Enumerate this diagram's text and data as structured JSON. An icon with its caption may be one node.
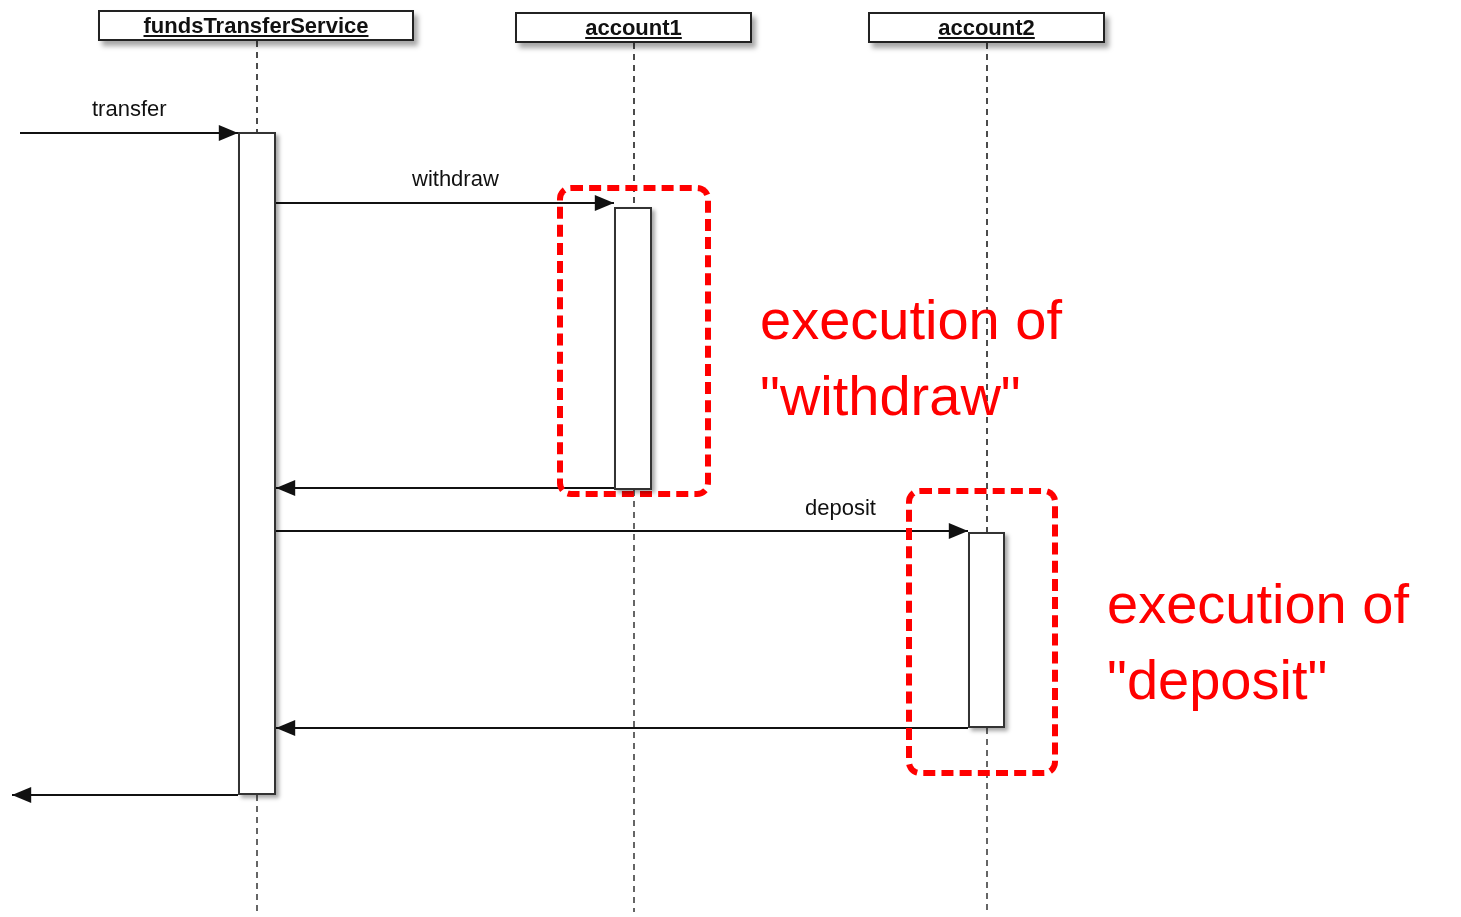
{
  "diagram": {
    "nodes": [
      {
        "text": [
          "fundsTransferService"
        ]
      },
      {
        "text": [
          "account1"
        ]
      },
      {
        "text": [
          "account2"
        ]
      },
      {
        "text": [],
        "shape": "bar"
      },
      {
        "text": [],
        "shape": "box",
        "beside": [
          "execution of \"withdraw\""
        ]
      },
      {
        "text": [],
        "shape": "bar",
        "in": 4
      },
      {
        "text": [],
        "shape": "box",
        "beside": [
          "execution of \"deposit\""
        ]
      },
      {
        "text": [],
        "shape": "bar",
        "in": 6
      }
    ],
    "edges": [
      {
        "from": 0,
        "to": 3,
        "arrow": "none",
        "style": "dashed"
      },
      {
        "from": 1,
        "to": 5,
        "arrow": "none",
        "style": "dashed"
      },
      {
        "from": 2,
        "to": 7,
        "arrow": "none",
        "style": "dashed"
      },
      {
        "from": null,
        "to": 3,
        "arrow": "to",
        "label": "transfer"
      },
      {
        "from": 3,
        "to": 5,
        "arrow": "to",
        "label": "withdraw"
      },
      {
        "from": 5,
        "to": 3,
        "arrow": "to"
      },
      {
        "from": 3,
        "to": 7,
        "arrow": "to",
        "label": "deposit"
      },
      {
        "from": 7,
        "to": 3,
        "arrow": "to"
      },
      {
        "from": 3,
        "to": null,
        "arrow": "to"
      }
    ]
  }
}
